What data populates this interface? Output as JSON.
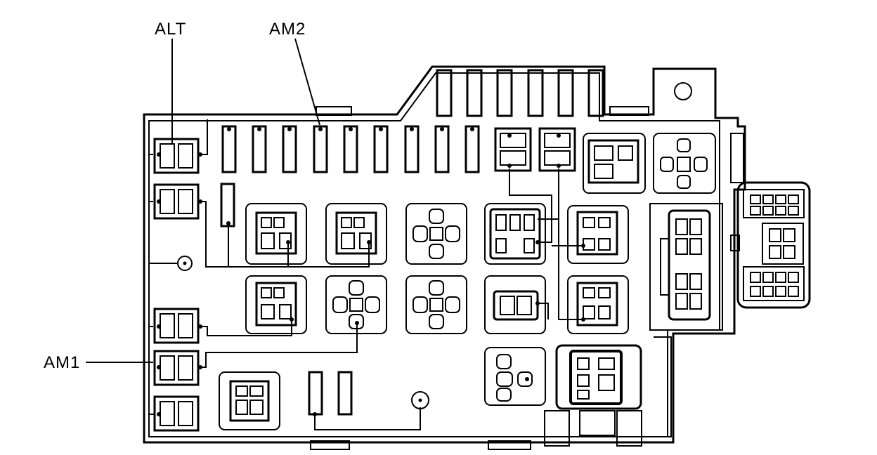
{
  "diagram": {
    "labels": {
      "alt": "ALT",
      "am2": "AM2",
      "am1": "AM1"
    },
    "ink_color": "#000000",
    "background_color": "#ffffff"
  }
}
